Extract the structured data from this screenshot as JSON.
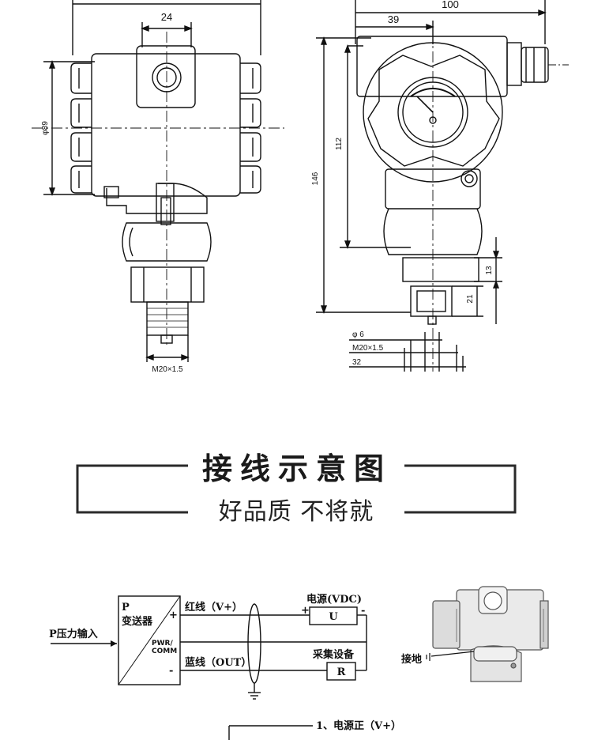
{
  "dimensions": {
    "top_width": "24",
    "diameter": "φ89",
    "thread_left": "M20×1.5",
    "side_width": "100",
    "side_offset": "39",
    "height_112": "112",
    "height_146": "146",
    "h_13": "13",
    "h_21": "21",
    "phi6": "φ 6",
    "thread_right": "M20×1.5",
    "w_32": "32"
  },
  "section": {
    "title": "接线示意图",
    "subtitle": "好品质 不将就"
  },
  "wiring": {
    "input_label": "P压力输入",
    "transmitter_p": "P",
    "transmitter_name": "变送器",
    "plus": "+",
    "minus": "-",
    "pwr_comm_1": "PWR/",
    "pwr_comm_2": "COMM",
    "red_wire": "红线（V+）",
    "blue_wire": "蓝线（OUT）",
    "power_supply": "电源(VDC)",
    "u_label": "U",
    "acq_device": "采集设备",
    "r_label": "R",
    "ps_plus": "+",
    "ps_minus": "-",
    "ground_label": "接地"
  },
  "terminals": {
    "item1": "1、电源正（V+）"
  }
}
